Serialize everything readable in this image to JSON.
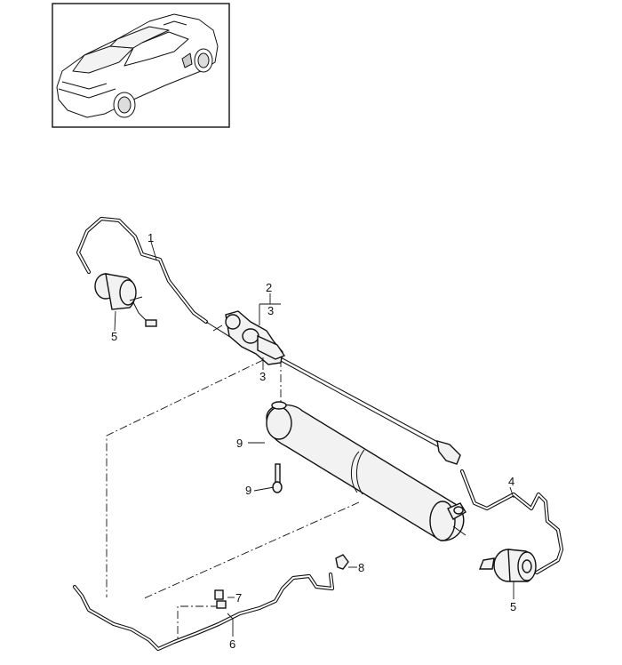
{
  "callouts": {
    "c1": "1",
    "c2": "2",
    "c3a": "3",
    "c3b": "3",
    "c4": "4",
    "c5a": "5",
    "c5b": "5",
    "c6": "6",
    "c7": "7",
    "c8": "8",
    "c9a": "9",
    "c9b": "9"
  }
}
